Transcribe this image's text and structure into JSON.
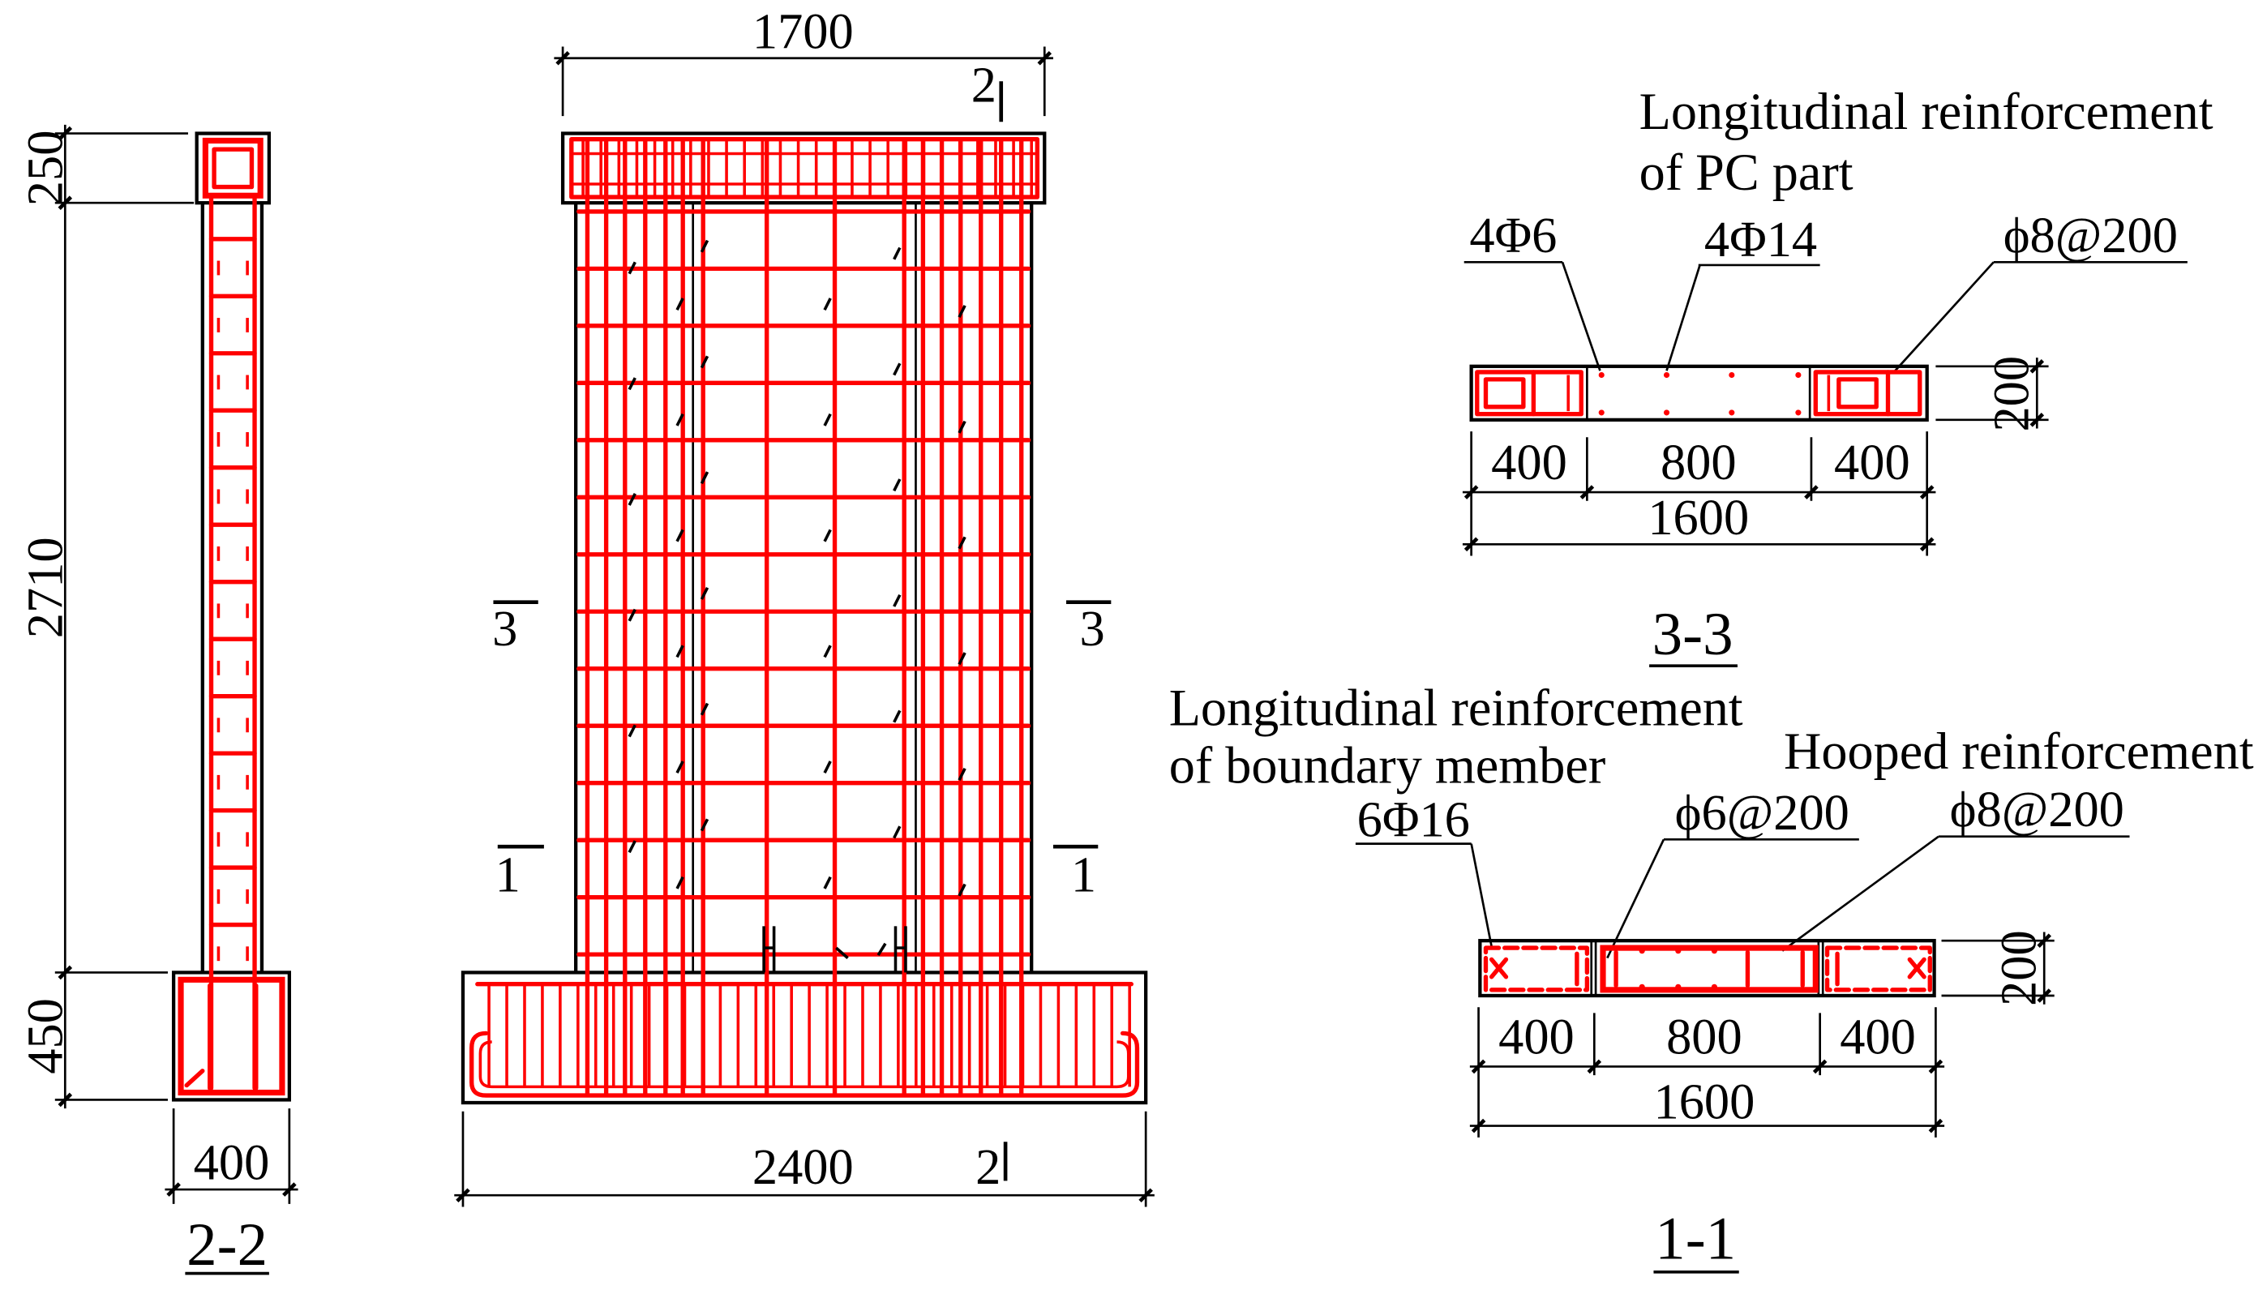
{
  "drawing": {
    "colors": {
      "outline": "#000000",
      "reinforcement": "#ff0000",
      "background": "#ffffff"
    },
    "section_2_2": {
      "dim_top_beam_height": "250",
      "dim_wall_height": "2710",
      "dim_foundation_height": "450",
      "dim_width": "400",
      "title": "2-2"
    },
    "elevation": {
      "dim_top_beam_width": "1700",
      "dim_foundation_width": "2400",
      "cut_2_top": "2",
      "cut_2_bottom": "2",
      "cut_3_left": "3",
      "cut_3_right": "3",
      "cut_1_left": "1",
      "cut_1_right": "1"
    },
    "section_3_3": {
      "note_line_1": "Longitudinal reinforcement",
      "note_line_2": "of PC part",
      "callout_left": "4Φ6",
      "callout_middle": "4Φ14",
      "callout_right": "ϕ8@200",
      "dim_thickness": "200",
      "dim_left": "400",
      "dim_middle": "800",
      "dim_right": "400",
      "dim_total": "1600",
      "title": "3-3"
    },
    "section_1_1": {
      "note_boundary_line_1": "Longitudinal reinforcement",
      "note_boundary_line_2": "of boundary member",
      "note_hoop": "Hooped reinforcement",
      "callout_left": "6Φ16",
      "callout_middle": "ϕ6@200",
      "callout_right": "ϕ8@200",
      "dim_thickness": "200",
      "dim_left": "400",
      "dim_middle": "800",
      "dim_right": "400",
      "dim_total": "1600",
      "title": "1-1"
    }
  }
}
